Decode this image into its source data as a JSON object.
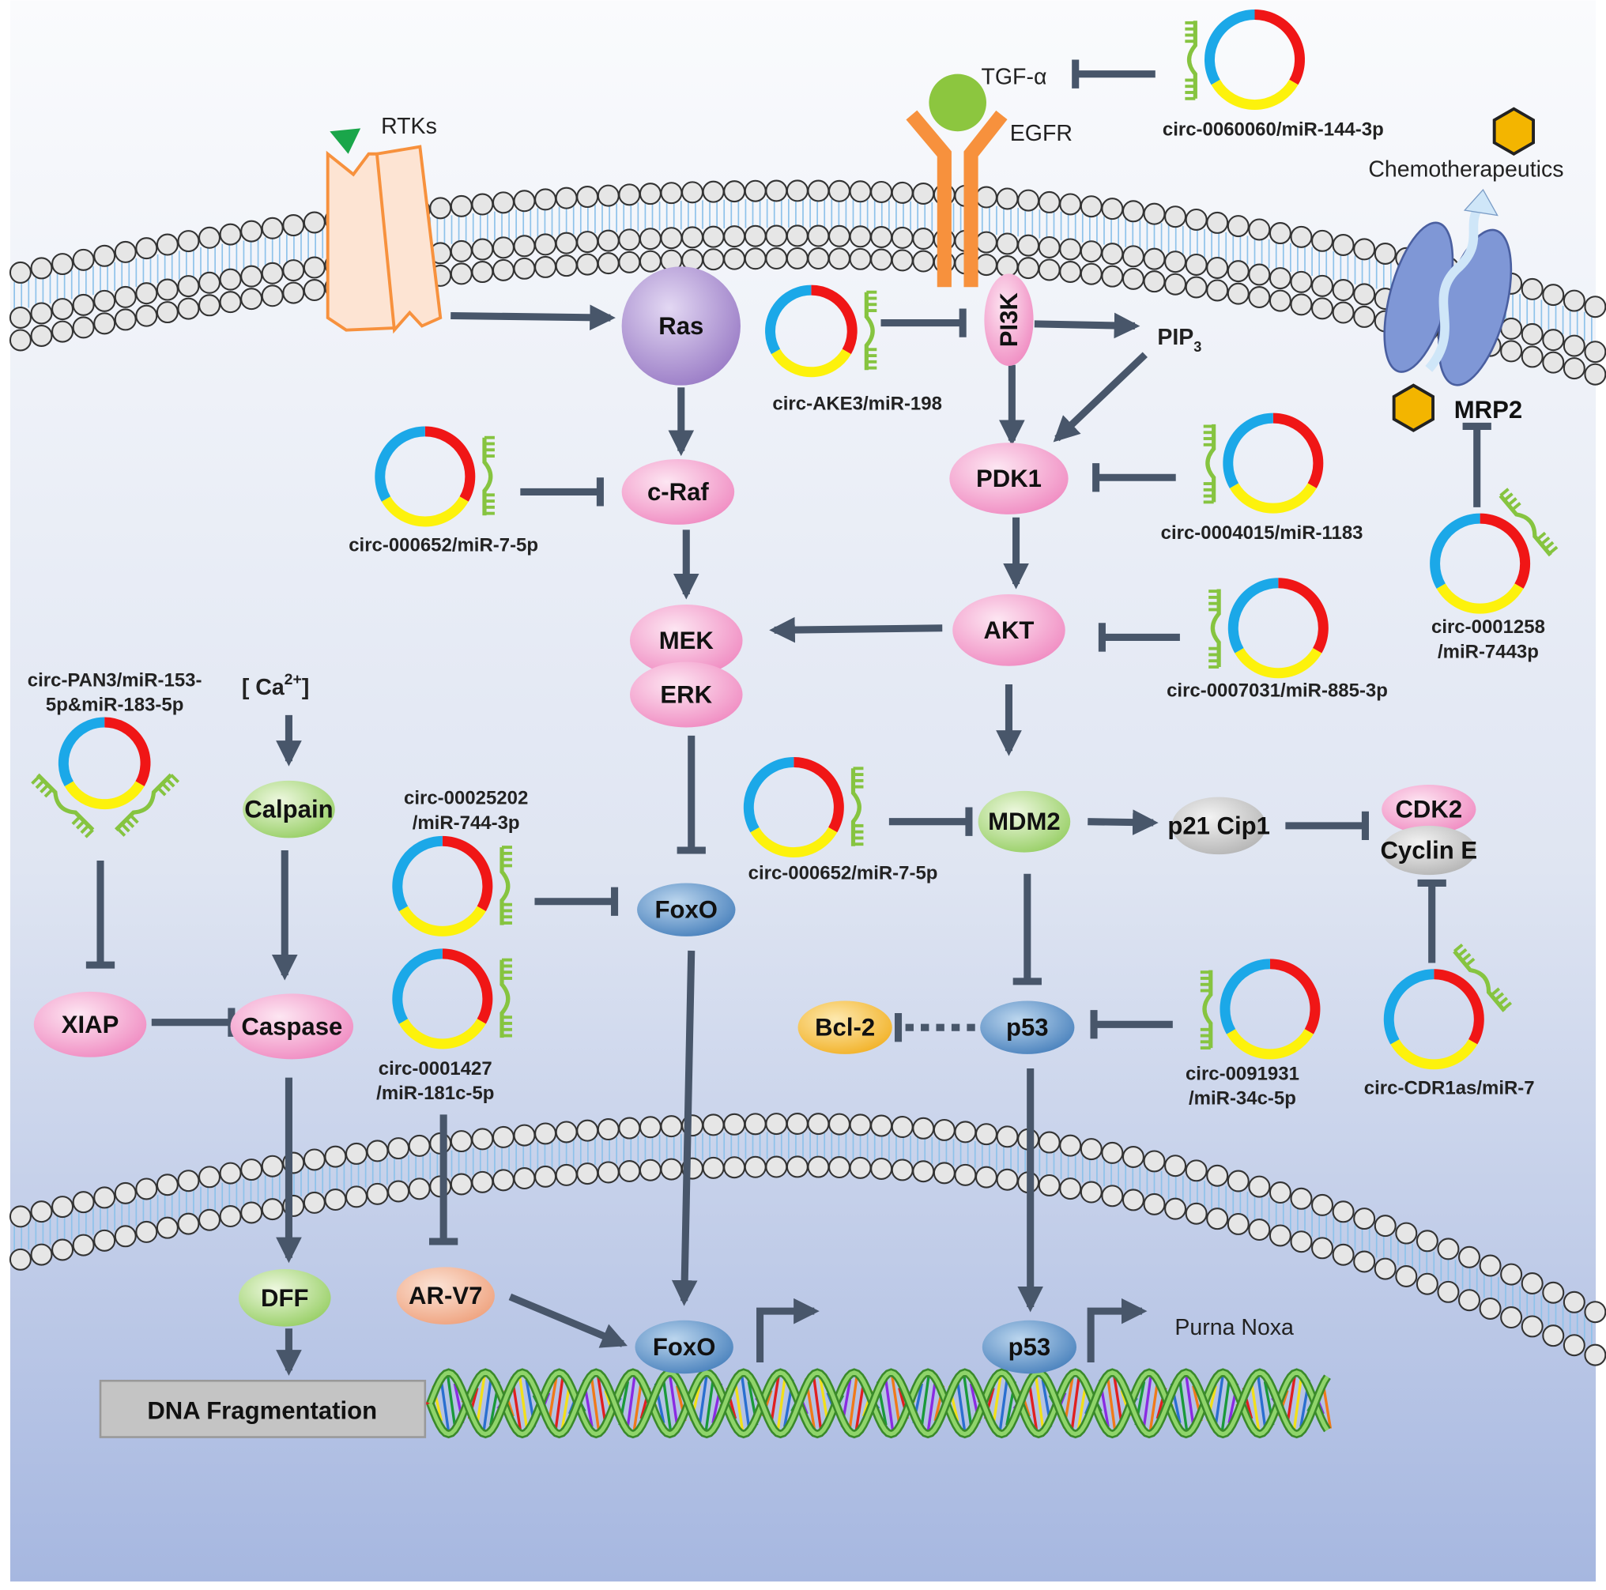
{
  "nodes": {
    "ras": "Ras",
    "craf": "c-Raf",
    "mek": "MEK",
    "erk": "ERK",
    "pi3k": "PI3K",
    "pip3": "PIP",
    "pip3_sub": "3",
    "pdk1": "PDK1",
    "akt": "AKT",
    "mdm2": "MDM2",
    "p21": "p21 Cip1",
    "cdk2": "CDK2",
    "cycline": "Cyclin E",
    "foxo": "FoxO",
    "p53": "p53",
    "bcl2": "Bcl-2",
    "xiap": "XIAP",
    "caspase": "Caspase",
    "calpain": "Calpain",
    "ca": "[ Ca",
    "ca_sup": "2+",
    "ca_end": "]",
    "dff": "DFF",
    "arv7": "AR-V7",
    "foxo_nuc": "FoxO",
    "p53_nuc": "p53",
    "dna_fragmentation": "DNA Fragmentation",
    "purna_noxa": "Purna Noxa",
    "rtks": "RTKs",
    "egfr": "EGFR",
    "tgfa": "TGF-α",
    "chemo": "Chemotherapeutics",
    "mrp2": "MRP2"
  },
  "circrnas": [
    {
      "lines": [
        "circ-0060060/miR-144-3p"
      ],
      "target": "TGF-α"
    },
    {
      "lines": [
        "circ-AKE3/miR-198"
      ],
      "target": "PI3K"
    },
    {
      "lines": [
        "circ-000652/miR-7-5p"
      ],
      "target": "c-Raf"
    },
    {
      "lines": [
        "circ-0004015/miR-1183"
      ],
      "target": "PDK1"
    },
    {
      "lines": [
        "circ-0007031/miR-885-3p"
      ],
      "target": "AKT"
    },
    {
      "lines": [
        "circ-0001258",
        "/miR-7443p"
      ],
      "target": "MRP2"
    },
    {
      "lines": [
        "circ-PAN3/miR-153-",
        "5p&miR-183-5p"
      ],
      "target": "XIAP"
    },
    {
      "lines": [
        "circ-00025202",
        "/miR-744-3p"
      ],
      "target": "FoxO"
    },
    {
      "lines": [
        "circ-0001427",
        "/miR-181c-5p"
      ],
      "target": "AR-V7"
    },
    {
      "lines": [
        "circ-000652/miR-7-5p"
      ],
      "target": "MDM2"
    },
    {
      "lines": [
        "circ-0091931",
        "/miR-34c-5p"
      ],
      "target": "p53"
    },
    {
      "lines": [
        "circ-CDR1as/miR-7"
      ],
      "target": "CDK2/Cyclin E"
    }
  ],
  "colors": {
    "arrow": "#48566a",
    "pink_node": "#f4a6cf",
    "green_node": "#a9d77a",
    "blue_node": "#5f93c6",
    "gray_node": "#cfcfcf",
    "orange_node": "#f7c24d",
    "purple_node": "#a489cc",
    "mirna": "#86c440",
    "circ_red": "#f01616",
    "circ_yellow": "#fdf20c",
    "circ_blue": "#1ba8e8",
    "membrane_tail": "#8ec2ea",
    "receptor": "#f7913d",
    "transporter": "#7f97d6",
    "drug": "#f3b500"
  }
}
